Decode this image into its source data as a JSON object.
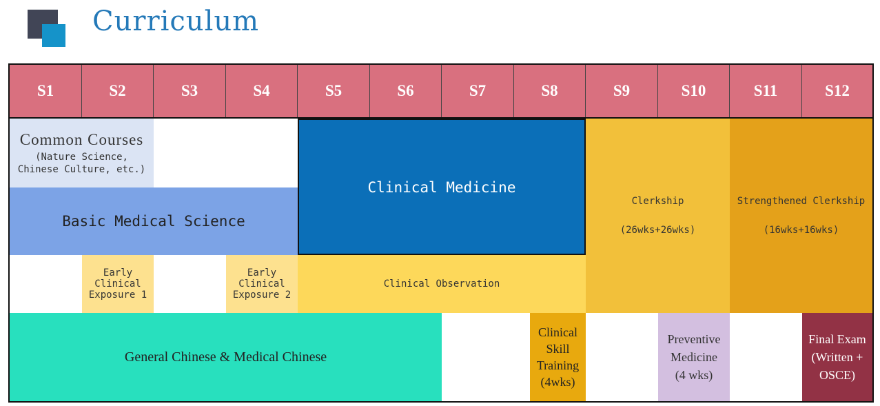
{
  "page": {
    "title": "Curriculum"
  },
  "semesters": [
    "S1",
    "S2",
    "S3",
    "S4",
    "S5",
    "S6",
    "S7",
    "S8",
    "S9",
    "S10",
    "S11",
    "S12"
  ],
  "blocks": {
    "common_courses": {
      "title": "Common Courses",
      "sub1": "(Nature  Science,",
      "sub2": "Chinese Culture, etc.)"
    },
    "basic_medical_science": {
      "label": "Basic Medical Science"
    },
    "clinical_medicine": {
      "label": "Clinical Medicine"
    },
    "early_exposure_1": {
      "line1": "Early",
      "line2": "Clinical",
      "line3": "Exposure 1"
    },
    "early_exposure_2": {
      "line1": "Early",
      "line2": "Clinical",
      "line3": "Exposure 2"
    },
    "clinical_observation": {
      "label": "Clinical Observation"
    },
    "clerkship": {
      "label": "Clerkship",
      "duration": "(26wks+26wks)"
    },
    "strengthened_clerkship": {
      "label": "Strengthened Clerkship",
      "duration": "(16wks+16wks)"
    },
    "general_chinese": {
      "label": "General Chinese  & Medical Chinese"
    },
    "clinical_skill_training": {
      "line1": "Clinical",
      "line2": "Skill",
      "line3": "Training",
      "line4": "(4wks)"
    },
    "preventive_medicine": {
      "line1": "Preventive",
      "line2": "Medicine",
      "line3": "(4 wks)"
    },
    "final_exam": {
      "line1": "Final Exam",
      "line2": "(Written +",
      "line3": "OSCE)"
    }
  },
  "colors": {
    "header": "#d9707f",
    "common_courses": "#dbe4f4",
    "basic_medical_science": "#7ca3e6",
    "clinical_medicine": "#0b6fb8",
    "early_exposure": "#fde18f",
    "clinical_observation": "#fdd85a",
    "clerkship": "#f2c03a",
    "strengthened_clerkship": "#e4a11a",
    "general_chinese": "#28e0be",
    "clinical_skill_training": "#e8a90e",
    "preventive_medicine": "#d3bfe0",
    "final_exam": "#923245"
  }
}
